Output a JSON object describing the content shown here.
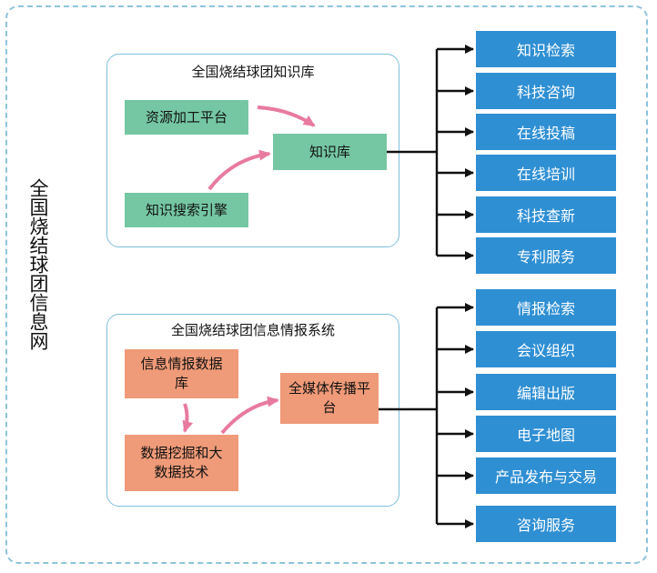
{
  "network_title": "全国烧结球团信息网",
  "knowledge_panel": {
    "title": "全国烧结球团知识库",
    "resource_platform": "资源加工平台",
    "search_engine": "知识搜索引擎",
    "knowledge_base": "知识库"
  },
  "info_panel": {
    "title": "全国烧结球团信息情报系统",
    "info_db": "信息情报数据库",
    "data_mining": "数据挖掘和大数据技术",
    "media_platform": "全媒体传播平台"
  },
  "knowledge_services": [
    "知识检索",
    "科技咨询",
    "在线投稿",
    "在线培训",
    "科技查新",
    "专利服务"
  ],
  "info_services": [
    "情报检索",
    "会议组织",
    "编辑出版",
    "电子地图",
    "产品发布与交易",
    "咨询服务"
  ],
  "colors": {
    "service_blue": "#2f8fd3",
    "green_box": "#75c7a3",
    "orange_box": "#ef9a78",
    "arrow_pink": "#e87aa0",
    "border_blue": "#7fbfdc"
  }
}
